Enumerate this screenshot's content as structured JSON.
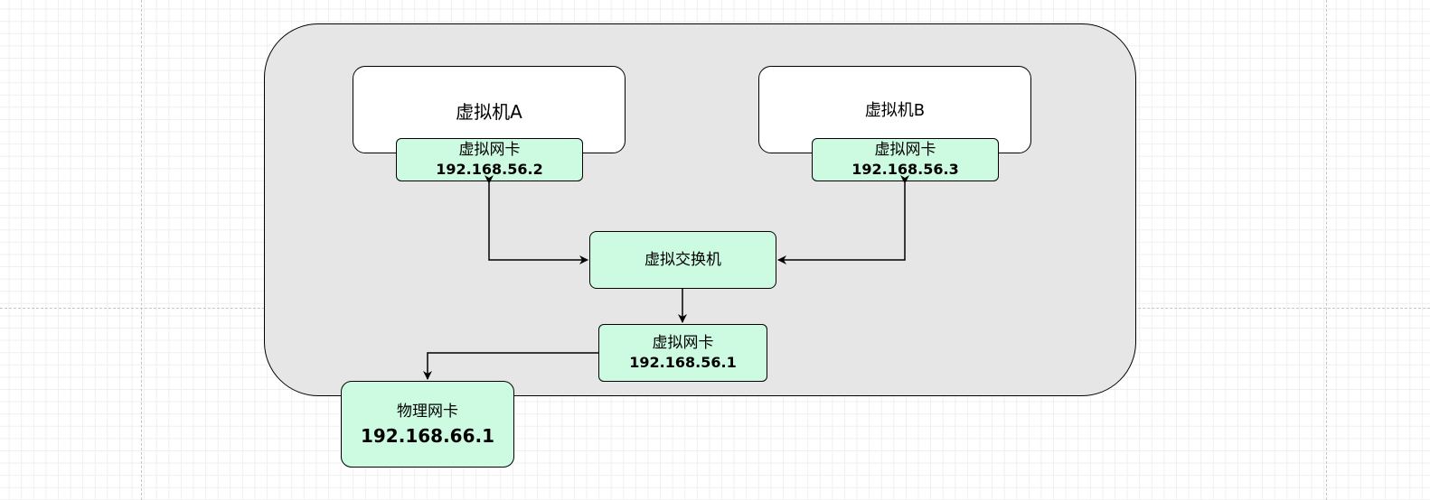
{
  "diagram": {
    "vm_a": {
      "title": "虚拟机A",
      "nic_label": "虚拟网卡",
      "nic_ip": "192.168.56.2"
    },
    "vm_b": {
      "title": "虚拟机B",
      "nic_label": "虚拟网卡",
      "nic_ip": "192.168.56.3"
    },
    "switch": {
      "label": "虚拟交换机"
    },
    "host_nic": {
      "label": "虚拟网卡",
      "ip": "192.168.56.1"
    },
    "physical_nic": {
      "label": "物理网卡",
      "ip": "192.168.66.1"
    },
    "colors": {
      "host_fill": "#e6e6e6",
      "node_fill": "#ccfbe1",
      "vm_fill": "#ffffff",
      "stroke": "#000000"
    }
  }
}
